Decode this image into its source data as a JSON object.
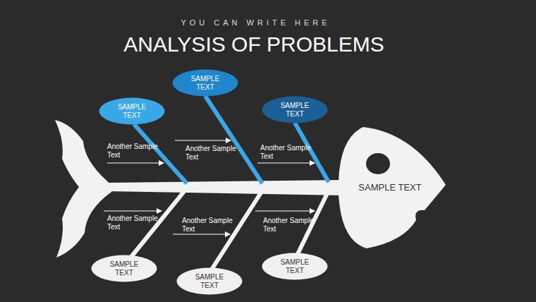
{
  "diagram": {
    "title": "ANALYSIS OF PROBLEMS",
    "nodes": [
      {
        "text": [
          "SAMPLE TEXT"
        ]
      },
      {
        "text": [
          "SAMPLE TEXT"
        ]
      },
      {
        "text": [
          "SAMPLE TEXT"
        ]
      },
      {
        "text": [
          "SAMPLE TEXT"
        ]
      },
      {
        "text": [
          "SAMPLE TEXT"
        ]
      },
      {
        "text": [
          "SAMPLE TEXT"
        ]
      },
      {
        "text": [
          "SAMPLE TEXT"
        ]
      }
    ],
    "labels": [
      "YOU CAN WRITE HERE",
      "Another Sample Text",
      "Another Sample Text",
      "Another Sample Text",
      "Another Sample Text",
      "Another Sample Text",
      "Another Sample Text"
    ]
  }
}
